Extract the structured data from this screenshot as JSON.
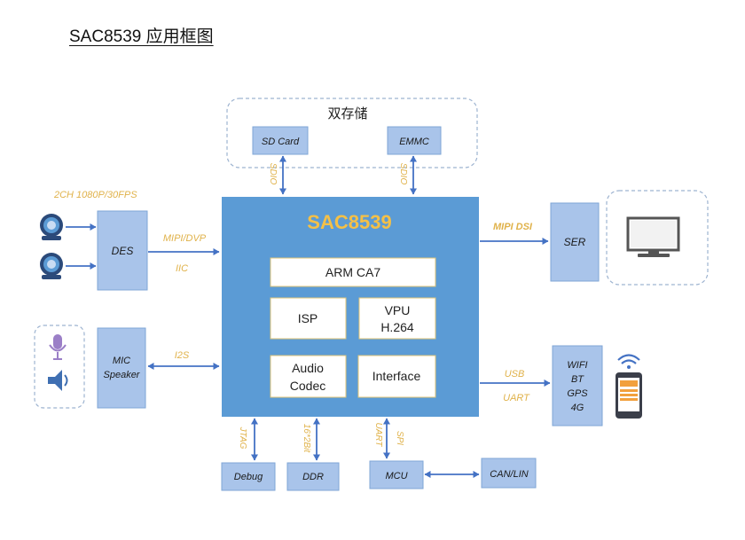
{
  "title": "SAC8539 应用框图",
  "storage": {
    "group_label": "双存储",
    "sd_card": "SD Card",
    "emmc": "EMMC",
    "sd_link": "SDIO",
    "emmc_link": "SDIO"
  },
  "soc": {
    "name": "SAC8539",
    "arm": "ARM CA7",
    "isp": "ISP",
    "vpu": [
      "VPU",
      "H.264"
    ],
    "audio_codec": [
      "Audio",
      "Codec"
    ],
    "interface": "Interface"
  },
  "camera": {
    "spec": "2CH 1080P/30FPS"
  },
  "des": {
    "label": "DES",
    "link_top": "MIPI/DVP",
    "link_bottom": "IIC"
  },
  "audio_io": {
    "label": [
      "MIC",
      "Speaker"
    ],
    "link": "I2S"
  },
  "ser": {
    "label": "SER",
    "link": "MIPI DSI"
  },
  "wireless": {
    "label": [
      "WIFI",
      "BT",
      "GPS",
      "4G"
    ],
    "link_top": "USB",
    "link_bottom": "UART"
  },
  "bottom": {
    "debug": "Debug",
    "debug_link": "JTAG",
    "ddr": "DDR",
    "ddr_link": "16*2Bit",
    "mcu": "MCU",
    "mcu_link_left": "UART",
    "mcu_link_right": "SPI",
    "canlin": "CAN/LIN"
  },
  "colors": {
    "soc_fill": "#5b9bd5",
    "block_fill": "#a9c4ea",
    "block_stroke": "#7fa6d6",
    "arrow": "#4472c4",
    "link_label": "#e0b24a",
    "soc_title": "#f4c047",
    "dashed": "#9db3d0"
  }
}
